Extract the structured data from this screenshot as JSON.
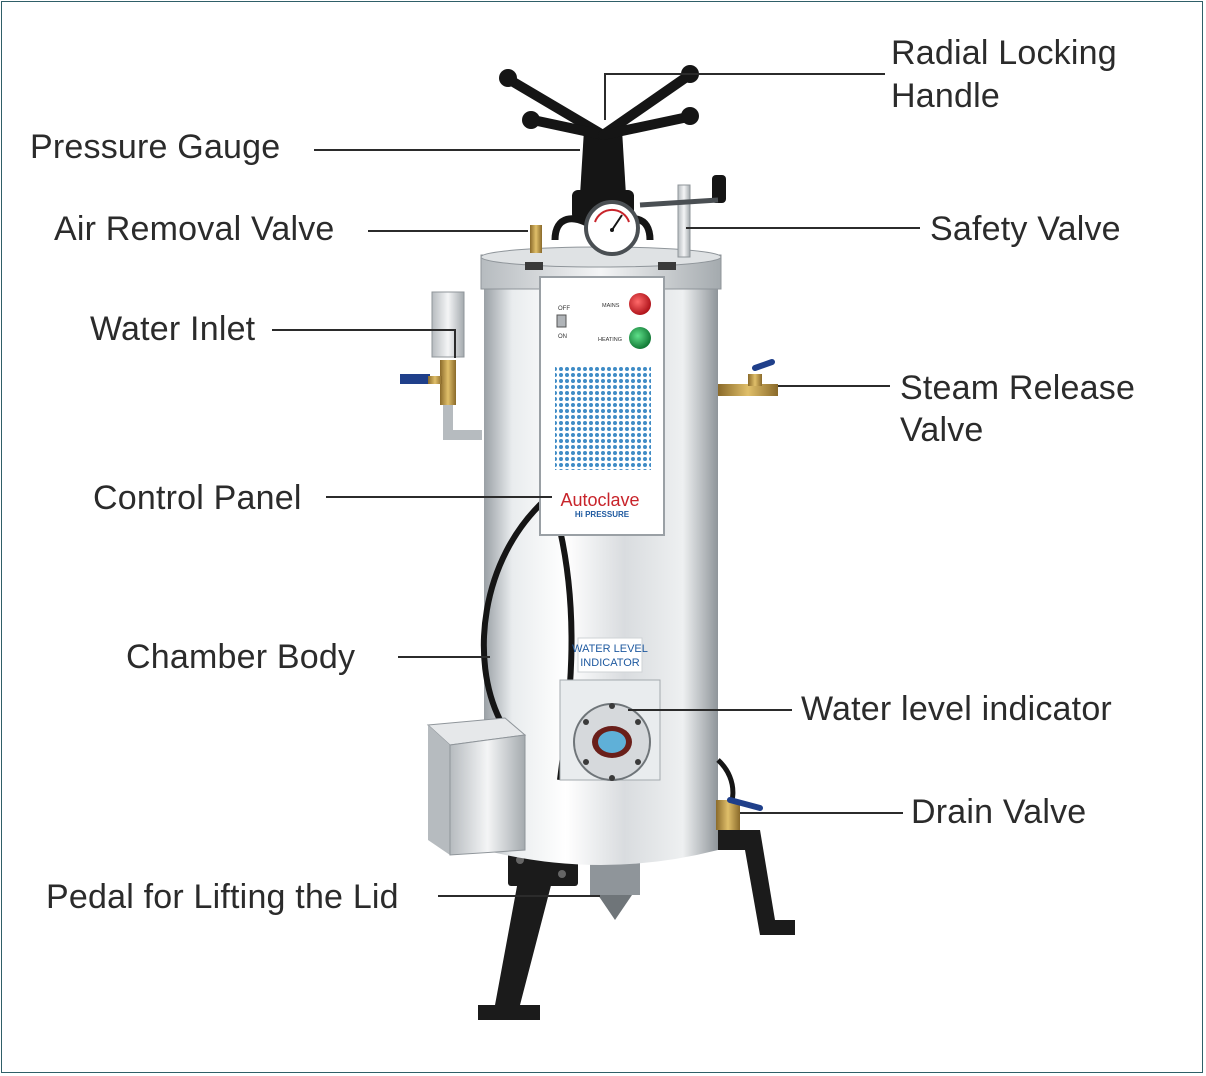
{
  "labels": {
    "radial_locking_handle_1": "Radial Locking",
    "radial_locking_handle_2": "Handle",
    "pressure_gauge": "Pressure Gauge",
    "air_removal_valve": "Air Removal Valve",
    "safety_valve": "Safety Valve",
    "water_inlet": "Water Inlet",
    "steam_release_valve_1": "Steam Release",
    "steam_release_valve_2": "Valve",
    "control_panel": "Control Panel",
    "chamber_body": "Chamber Body",
    "water_level_indicator": "Water level indicator",
    "drain_valve": "Drain Valve",
    "pedal": "Pedal for Lifting the Lid"
  },
  "panel": {
    "off": "OFF",
    "on": "ON",
    "mains": "MAINS",
    "heating": "HEATING",
    "brand": "Autoclave",
    "model": "Hi PRESSURE",
    "wli_line1": "WATER LEVEL",
    "wli_line2": "INDICATOR"
  },
  "colors": {
    "border": "#2f5f68",
    "leader": "#2b2b2b",
    "text": "#2b2b2b",
    "mains_lamp": "#d8232a",
    "heating_lamp": "#1f9d48",
    "panel_dots": "#2a7fc0",
    "brand_red": "#c8242b",
    "steel": "#cfd3d6"
  }
}
